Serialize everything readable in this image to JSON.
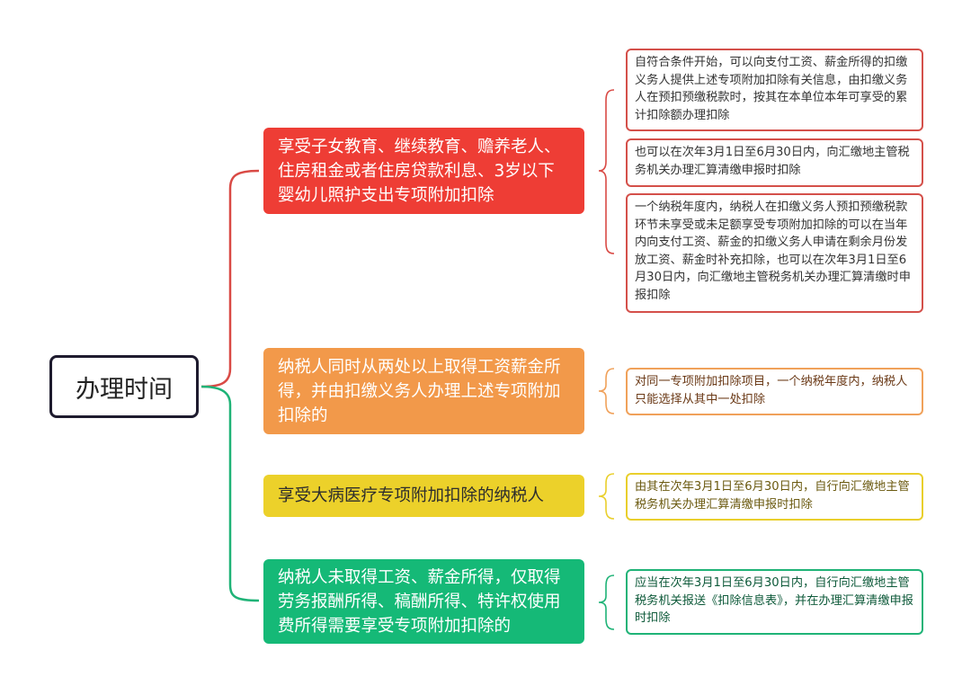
{
  "root": {
    "label": "办理时间"
  },
  "categories": [
    {
      "label": "享受子女教育、继续教育、赡养老人、住房租金或者住房贷款利息、3岁以下婴幼儿照护支出专项附加扣除",
      "color": "#ee3d35"
    },
    {
      "label": "纳税人同时从两处以上取得工资薪金所得，并由扣缴义务人办理上述专项附加扣除的",
      "color": "#f2994a"
    },
    {
      "label": "享受大病医疗专项附加扣除的纳税人",
      "color": "#ecd12a"
    },
    {
      "label": "纳税人未取得工资、薪金所得，仅取得劳务报酬所得、稿酬所得、特许权使用费所得需要享受专项附加扣除的",
      "color": "#15b977"
    }
  ],
  "notes": [
    {
      "text": "自符合条件开始，可以向支付工资、薪金所得的扣缴义务人提供上述专项附加扣除有关信息，由扣缴义务人在预扣预缴税款时，按其在本单位本年可享受的累计扣除额办理扣除"
    },
    {
      "text": "也可以在次年3月1日至6月30日内，向汇缴地主管税务机关办理汇算清缴申报时扣除"
    },
    {
      "text": "一个纳税年度内，纳税人在扣缴义务人预扣预缴税款环节未享受或未足额享受专项附加扣除的可以在当年内向支付工资、薪金的扣缴义务人申请在剩余月份发放工资、薪金时补充扣除，也可以在次年3月1日至6月30日内，向汇缴地主管税务机关办理汇算清缴时申报扣除"
    },
    {
      "text": "对同一专项附加扣除项目，一个纳税年度内，纳税人只能选择从其中一处扣除"
    },
    {
      "text": "由其在次年3月1日至6月30日内，自行向汇缴地主管税务机关办理汇算清缴申报时扣除"
    },
    {
      "text": "应当在次年3月1日至6月30日内，自行向汇缴地主管税务机关报送《扣除信息表》，并在办理汇算清缴申报时扣除"
    }
  ],
  "colors": {
    "red": "#ee3d35",
    "orange": "#f2994a",
    "yellow": "#ecd12a",
    "green": "#15b977",
    "root_border": "#1e1b2e"
  }
}
